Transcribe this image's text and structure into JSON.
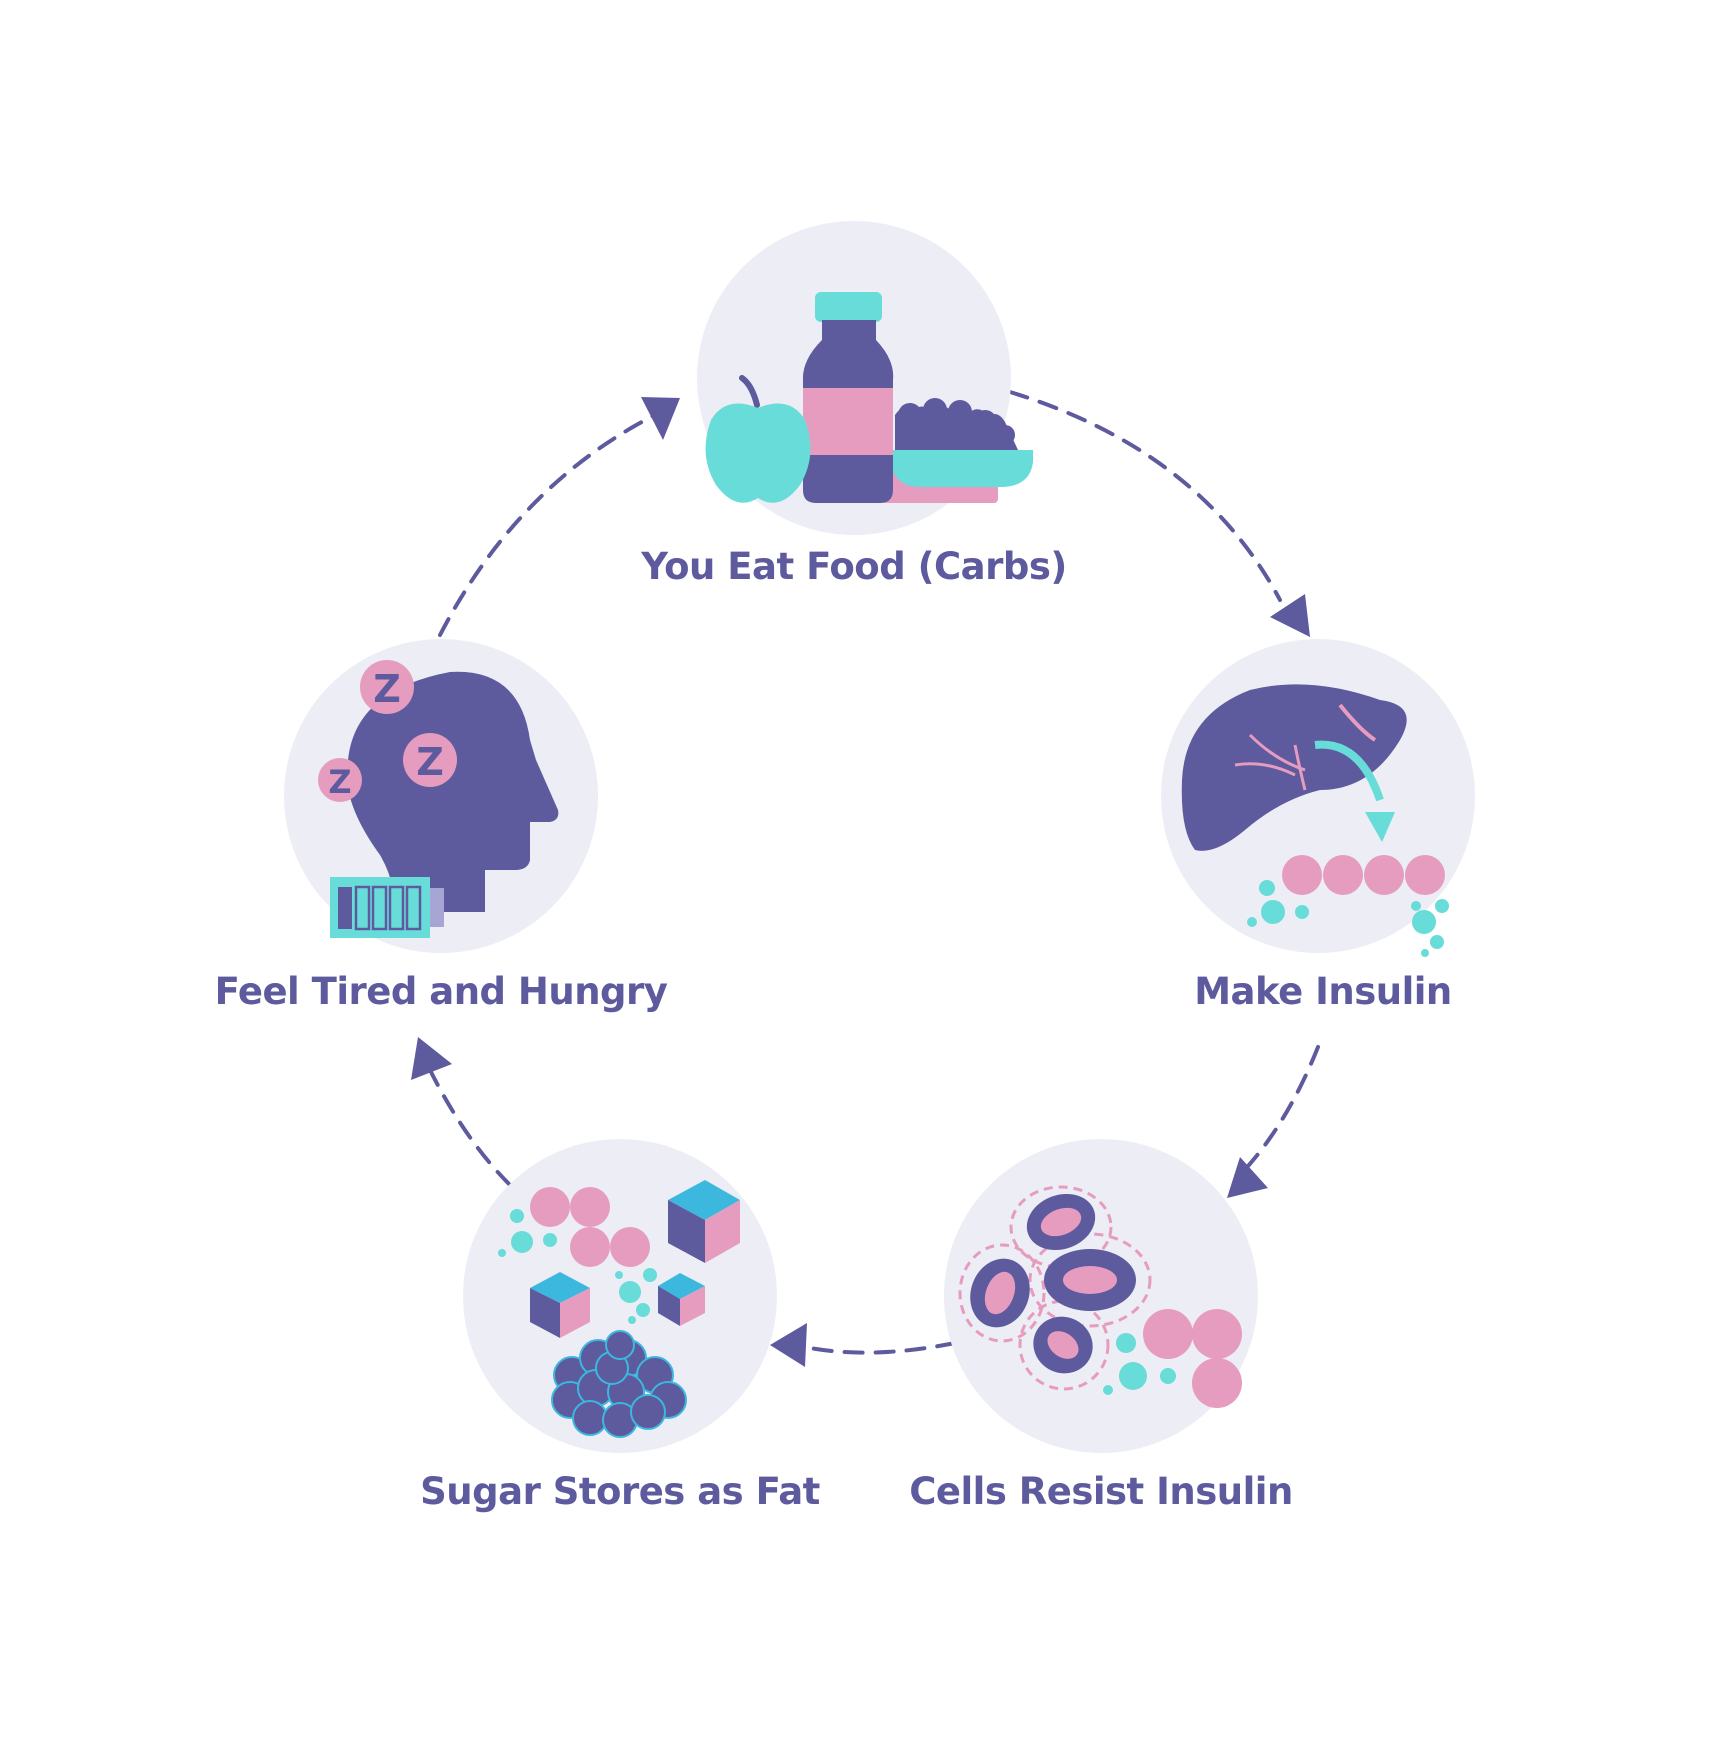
{
  "colors": {
    "primary": "#5d5a9e",
    "pink": "#e59cbf",
    "teal": "#68dcd8",
    "blue": "#3cb8df",
    "circle_bg": "#ededf5",
    "arrow": "#5d5a9e"
  },
  "cycle": {
    "steps": [
      {
        "id": "eat",
        "label": "You Eat Food (Carbs)",
        "icon": "food-icon"
      },
      {
        "id": "insulin",
        "label": "Make Insulin",
        "icon": "liver-icon"
      },
      {
        "id": "resist",
        "label": "Cells Resist Insulin",
        "icon": "cells-icon"
      },
      {
        "id": "fat",
        "label": "Sugar Stores as Fat",
        "icon": "fat-icon"
      },
      {
        "id": "tired",
        "label": "Feel Tired and Hungry",
        "icon": "tired-head-icon"
      }
    ],
    "tired_icon_letters": [
      "Z",
      "Z",
      "Z"
    ]
  }
}
